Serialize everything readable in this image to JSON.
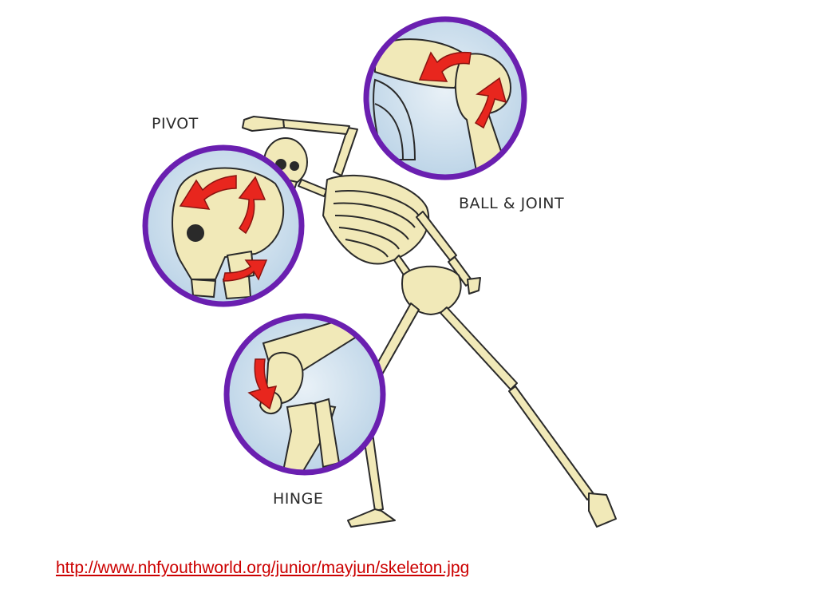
{
  "labels": {
    "pivot": "PIVOT",
    "ball_and_joint": "BALL & JOINT",
    "hinge": "HINGE"
  },
  "source_link": {
    "text": "http://www.nhfyouthworld.org/junior/mayjun/skeleton.jpg"
  },
  "colors": {
    "bone": "#f1e9b8",
    "bone_outline": "#2a2a2a",
    "circle_ring": "#6a1fb0",
    "circle_fill": "#c7dcea",
    "arrow": "#e8261e",
    "link": "#cc0000"
  }
}
